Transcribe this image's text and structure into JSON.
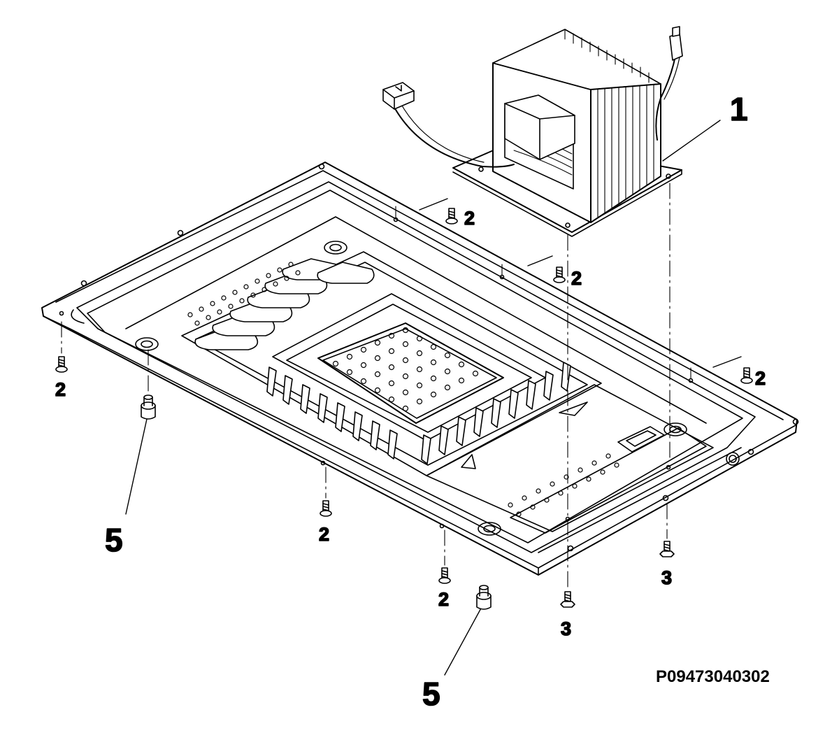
{
  "callouts": {
    "transformer": "1",
    "screw": "2",
    "bolt": "3",
    "foot": "5"
  },
  "drawing_code": "P09473040302"
}
